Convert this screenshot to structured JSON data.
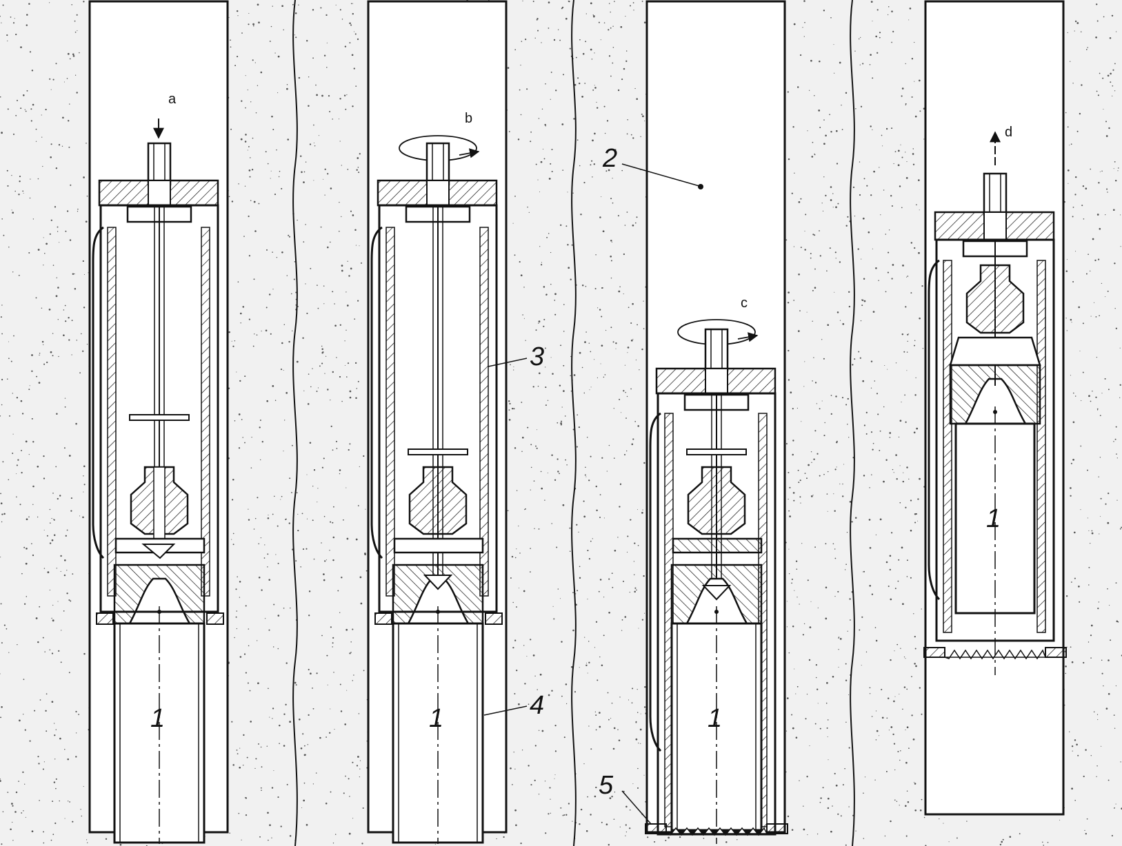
{
  "figure": {
    "panel_labels": {
      "a": "a",
      "b": "b",
      "c": "c",
      "d": "d"
    },
    "callouts": {
      "core": "1",
      "borehole": "2",
      "outer_barrel": "3",
      "inner_tube": "4",
      "bit": "5"
    }
  },
  "colors": {
    "line": "#111111",
    "soil_bg": "#f2f2f2",
    "paper": "#ffffff"
  }
}
